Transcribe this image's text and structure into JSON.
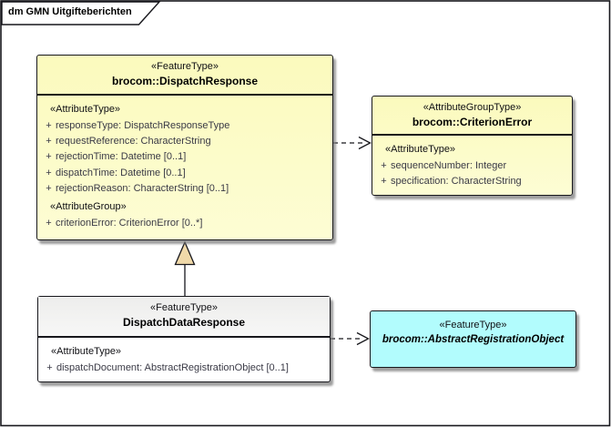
{
  "frame": {
    "title": "dm GMN Uitgifteberichten"
  },
  "markers": {
    "public": "+"
  },
  "colors": {
    "class_fill_yellow": "#FCFBC6",
    "class_fill_cyan": "#B2FCFD",
    "class_header_gray": "#EDEDEC",
    "generalization_triangle": "#F0D9A9",
    "border": "#17171C",
    "attribute_text": "#3A3A46"
  },
  "classes": {
    "dispatchResponse": {
      "stereotype": "«FeatureType»",
      "name": "brocom::DispatchResponse",
      "attrTypeStereo": "«AttributeType»",
      "attributes": [
        "responseType: DispatchResponseType",
        "requestReference: CharacterString",
        "rejectionTime: Datetime [0..1]",
        "dispatchTime: Datetime [0..1]",
        "rejectionReason: CharacterString [0..1]"
      ],
      "attrGroupStereo": "«AttributeGroup»",
      "groupAttributes": [
        "criterionError: CriterionError [0..*]"
      ]
    },
    "criterionError": {
      "stereotype": "«AttributeGroupType»",
      "name": "brocom::CriterionError",
      "attrTypeStereo": "«AttributeType»",
      "attributes": [
        "sequenceNumber: Integer",
        "specification: CharacterString"
      ]
    },
    "dispatchDataResponse": {
      "stereotype": "«FeatureType»",
      "name": "DispatchDataResponse",
      "attrTypeStereo": "«AttributeType»",
      "attributes": [
        "dispatchDocument: AbstractRegistrationObject [0..1]"
      ]
    },
    "abstractRegistrationObject": {
      "stereotype": "«FeatureType»",
      "name": "brocom::AbstractRegistrationObject"
    }
  },
  "relationships": [
    {
      "type": "dependency",
      "source": "brocom::DispatchResponse",
      "target": "brocom::CriterionError"
    },
    {
      "type": "generalization",
      "source": "DispatchDataResponse",
      "target": "brocom::DispatchResponse"
    },
    {
      "type": "dependency",
      "source": "DispatchDataResponse",
      "target": "brocom::AbstractRegistrationObject"
    }
  ]
}
